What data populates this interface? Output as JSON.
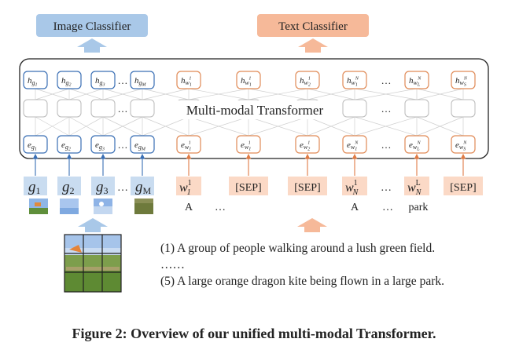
{
  "image_classifier": "Image Classifier",
  "text_classifier": "Text Classifier",
  "transformer_label": "Multi-modal Transformer",
  "ellipsis": "…",
  "hidden_image": [
    {
      "base": "h",
      "sub": "g",
      "subsub": "1"
    },
    {
      "base": "h",
      "sub": "g",
      "subsub": "2"
    },
    {
      "base": "h",
      "sub": "g",
      "subsub": "3"
    },
    {
      "base": "h",
      "sub": "g",
      "subsub": "M"
    }
  ],
  "hidden_text": [
    {
      "base": "h",
      "sub": "w",
      "subsub": "1",
      "sup": "1"
    },
    {
      "base": "h",
      "sub": "w",
      "subsub": "1",
      "sup": "1"
    },
    {
      "base": "h",
      "sub": "w",
      "subsub": "2",
      "sup": "1"
    },
    {
      "base": "h",
      "sub": "w",
      "subsub": "1",
      "sup": "N"
    },
    {
      "base": "h",
      "sub": "w",
      "subsub": "L",
      "sup": "N"
    },
    {
      "base": "h",
      "sub": "w",
      "subsub": "S",
      "sup": "N"
    }
  ],
  "embed_image": [
    {
      "base": "e",
      "sub": "g",
      "subsub": "1"
    },
    {
      "base": "e",
      "sub": "g",
      "subsub": "2"
    },
    {
      "base": "e",
      "sub": "g",
      "subsub": "3"
    },
    {
      "base": "e",
      "sub": "g",
      "subsub": "M"
    }
  ],
  "embed_text": [
    {
      "base": "e",
      "sub": "w",
      "subsub": "1",
      "sup": "1"
    },
    {
      "base": "e",
      "sub": "w",
      "subsub": "1",
      "sup": "1"
    },
    {
      "base": "e",
      "sub": "w",
      "subsub": "2",
      "sup": "1"
    },
    {
      "base": "e",
      "sub": "w",
      "subsub": "1",
      "sup": "N"
    },
    {
      "base": "e",
      "sub": "w",
      "subsub": "L",
      "sup": "N"
    },
    {
      "base": "e",
      "sub": "w",
      "subsub": "S",
      "sup": "N"
    }
  ],
  "image_tokens": [
    {
      "base": "g",
      "sub": "1"
    },
    {
      "base": "g",
      "sub": "2"
    },
    {
      "base": "g",
      "sub": "3"
    },
    {
      "base": "g",
      "sub": "M"
    }
  ],
  "text_tokens": [
    {
      "kind": "w",
      "base": "w",
      "sub": "1",
      "sup": "1"
    },
    {
      "kind": "s",
      "text": "[SEP]"
    },
    {
      "kind": "s",
      "text": "[SEP]"
    },
    {
      "kind": "w",
      "base": "w",
      "sub": "N",
      "sup": "1"
    },
    {
      "kind": "w",
      "base": "w",
      "sub": "N",
      "sup": "L"
    },
    {
      "kind": "s",
      "text": "[SEP]"
    }
  ],
  "words": [
    "A",
    "…",
    "A",
    "…",
    "park"
  ],
  "captions": [
    "(1) A group of people walking around a lush green field.",
    "……",
    "(5) A large orange dragon kite being flown in a large park."
  ],
  "figure_caption": "Figure 2: Overview of our unified multi-modal Transformer.",
  "colors": {
    "image_blue": "#a9c8e8",
    "image_blue_text": "#1f3f66",
    "text_orange": "#f6b999",
    "text_orange_stroke": "#e07b45",
    "hidden_node_stroke": "#e08a56",
    "grey_node": "#b9b9b9",
    "blue_token": "#c9dcf0",
    "orange_token": "#fbd9c6"
  }
}
